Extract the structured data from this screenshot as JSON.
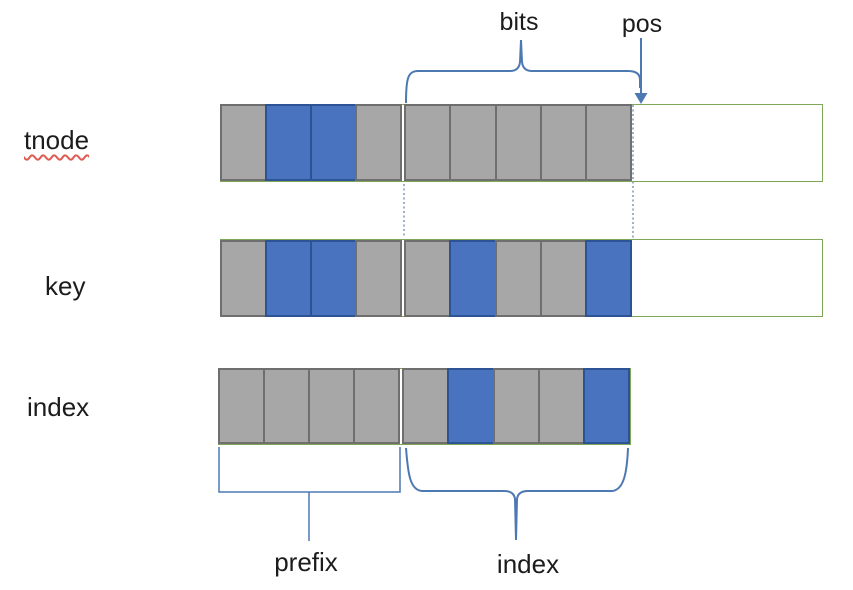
{
  "row_labels": [
    {
      "id": "tnode",
      "text": "tnode",
      "misspelled_underline": true
    },
    {
      "id": "key",
      "text": "key",
      "misspelled_underline": false
    },
    {
      "id": "index",
      "text": "index",
      "misspelled_underline": false
    }
  ],
  "rows": [
    {
      "name": "tnode",
      "cells": [
        "gray",
        "blue",
        "blue",
        "gray",
        "gray",
        "gray",
        "gray",
        "gray",
        "gray"
      ],
      "has_empty_extension": true
    },
    {
      "name": "key",
      "cells": [
        "gray",
        "blue",
        "blue",
        "gray",
        "gray",
        "blue",
        "gray",
        "gray",
        "blue"
      ],
      "has_empty_extension": true
    },
    {
      "name": "index",
      "cells": [
        "gray",
        "gray",
        "gray",
        "gray",
        "gray",
        "blue",
        "gray",
        "gray",
        "blue"
      ],
      "has_empty_extension": false
    }
  ],
  "annotations": {
    "bits": {
      "label": "bits",
      "row": "tnode",
      "cell_span": [
        5,
        9
      ]
    },
    "pos": {
      "label": "pos",
      "row": "tnode",
      "points_to": "right-edge-of-cell-9"
    },
    "prefix": {
      "label": "prefix",
      "row": "index",
      "cell_span": [
        1,
        4
      ]
    },
    "index": {
      "label": "index",
      "row": "index",
      "cell_span": [
        5,
        9
      ]
    }
  },
  "colors": {
    "gray": "#a7a7a7",
    "gray_border": "#6f6f6f",
    "blue": "#4a73bf",
    "blue_border": "#2e5395",
    "green_border": "#7fa758",
    "line_blue": "#4d79b3",
    "dotted_blue": "#7e96b8",
    "squiggle_red": "#e05b52"
  }
}
